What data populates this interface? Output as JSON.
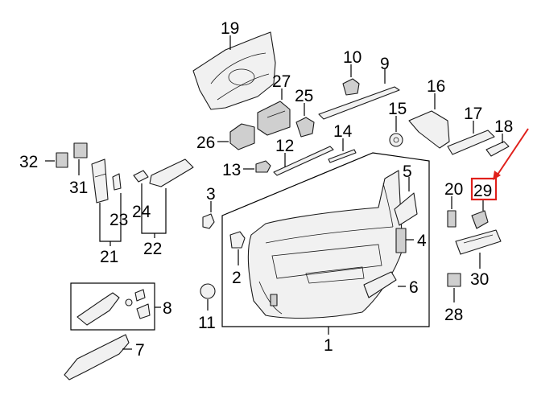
{
  "callouts": {
    "c1": "1",
    "c2": "2",
    "c3": "3",
    "c4": "4",
    "c5": "5",
    "c6": "6",
    "c7": "7",
    "c8": "8",
    "c9": "9",
    "c10": "10",
    "c11": "11",
    "c12": "12",
    "c13": "13",
    "c14": "14",
    "c15": "15",
    "c16": "16",
    "c17": "17",
    "c18": "18",
    "c19": "19",
    "c20": "20",
    "c21": "21",
    "c22": "22",
    "c23": "23",
    "c24": "24",
    "c25": "25",
    "c26": "26",
    "c27": "27",
    "c28": "28",
    "c29": "29",
    "c30": "30",
    "c31": "31",
    "c32": "32"
  },
  "highlight": {
    "callout": "29",
    "box_color": "#e0201b",
    "arrow_color": "#e0201b"
  }
}
